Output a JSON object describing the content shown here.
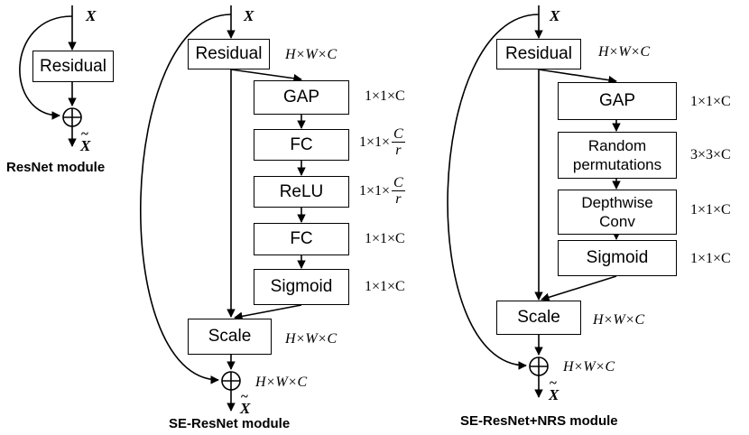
{
  "resnet": {
    "input_symbol": "X",
    "output_symbol": "X",
    "residual_label": "Residual",
    "caption": "ResNet module"
  },
  "se_resnet": {
    "input_symbol": "X",
    "output_symbol": "X",
    "residual_label": "Residual",
    "residual_dim": "H×W×C",
    "gap_label": "GAP",
    "gap_dim": "1×1×C",
    "fc1_label": "FC",
    "fc1_dim_prefix": "1×1×",
    "fc1_dim_num": "C",
    "fc1_dim_den": "r",
    "relu_label": "ReLU",
    "relu_dim_prefix": "1×1×",
    "relu_dim_num": "C",
    "relu_dim_den": "r",
    "fc2_label": "FC",
    "fc2_dim": "1×1×C",
    "sigmoid_label": "Sigmoid",
    "sigmoid_dim": "1×1×C",
    "scale_label": "Scale",
    "scale_dim": "H×W×C",
    "sum_dim": "H×W×C",
    "caption": "SE-ResNet module"
  },
  "se_resnet_nrs": {
    "input_symbol": "X",
    "output_symbol": "X",
    "residual_label": "Residual",
    "residual_dim": "H×W×C",
    "gap_label": "GAP",
    "gap_dim": "1×1×C",
    "random_perm_line1": "Random",
    "random_perm_line2": "permutations",
    "random_perm_dim": "3×3×C",
    "depthwise_line1": "Depthwise",
    "depthwise_line2": "Conv",
    "depthwise_dim": "1×1×C",
    "sigmoid_label": "Sigmoid",
    "sigmoid_dim": "1×1×C",
    "scale_label": "Scale",
    "scale_dim": "H×W×C",
    "sum_dim": "H×W×C",
    "caption": "SE-ResNet+NRS module"
  }
}
